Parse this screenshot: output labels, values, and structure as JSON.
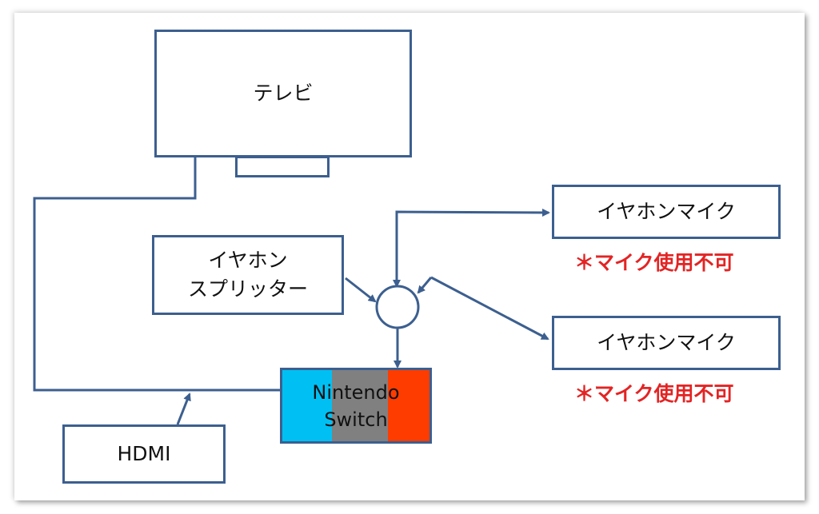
{
  "diagram": {
    "nodes": {
      "tv": {
        "label": "テレビ"
      },
      "splitter": {
        "label_line1": "イヤホン",
        "label_line2": "スプリッター"
      },
      "mic1": {
        "label": "イヤホンマイク",
        "note": "＊マイク使用不可"
      },
      "mic2": {
        "label": "イヤホンマイク",
        "note": "＊マイク使用不可"
      },
      "hdmi": {
        "label": "HDMI"
      },
      "switch": {
        "label_line1": "Nintendo",
        "label_line2": "Switch"
      },
      "junction": {
        "label": ""
      }
    },
    "edges": [
      {
        "from": "tv",
        "to": "switch",
        "kind": "cable"
      },
      {
        "from": "hdmi",
        "to": "tv-switch-cable",
        "kind": "arrow"
      },
      {
        "from": "splitter",
        "to": "junction",
        "kind": "arrow"
      },
      {
        "from": "junction",
        "to": "mic1",
        "kind": "double-arrow"
      },
      {
        "from": "mic2",
        "to": "junction",
        "kind": "double-arrow"
      },
      {
        "from": "junction",
        "to": "switch",
        "kind": "arrow"
      }
    ]
  },
  "colors": {
    "line": "#3c5f8f",
    "switch_left": "#00c0f3",
    "switch_center": "#808080",
    "switch_right": "#ff3c00",
    "note_text": "#e32424"
  }
}
